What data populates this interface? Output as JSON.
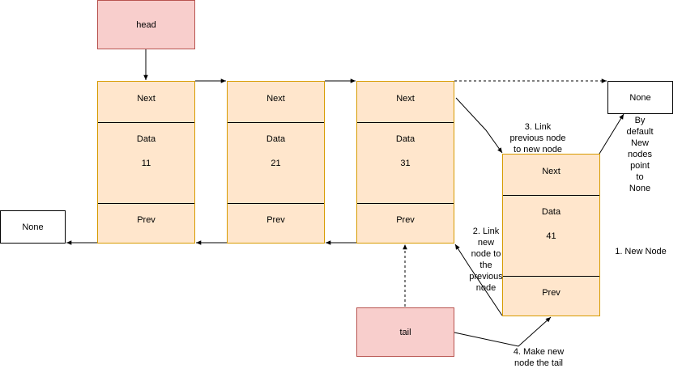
{
  "head_label": "head",
  "tail_label": "tail",
  "none_left": "None",
  "none_right": "None",
  "nodes": [
    {
      "next": "Next",
      "data": "Data",
      "value": "11",
      "prev": "Prev"
    },
    {
      "next": "Next",
      "data": "Data",
      "value": "21",
      "prev": "Prev"
    },
    {
      "next": "Next",
      "data": "Data",
      "value": "31",
      "prev": "Prev"
    },
    {
      "next": "Next",
      "data": "Data",
      "value": "41",
      "prev": "Prev"
    }
  ],
  "annotations": {
    "step1": "1. New Node",
    "step2": "2. Link\nnew\nnode to\nthe\nprevious\nnode",
    "step3": "3. Link\nprevious node\nto new node",
    "step4": "4. Make new\nnode the tail",
    "default_note": "By\ndefault\nNew\nnodes\npoint\nto\nNone"
  }
}
